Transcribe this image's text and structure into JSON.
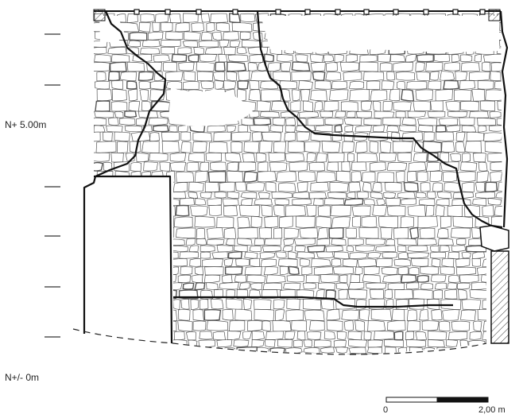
{
  "labels": {
    "level_5": "N+ 5.00m",
    "level_0": "N+/- 0m"
  },
  "scale_bar": {
    "start_label": "0",
    "end_label": "2,00 m"
  },
  "colors": {
    "ink": "#111111",
    "stone_outline": "#555555",
    "hatch": "#444444"
  }
}
